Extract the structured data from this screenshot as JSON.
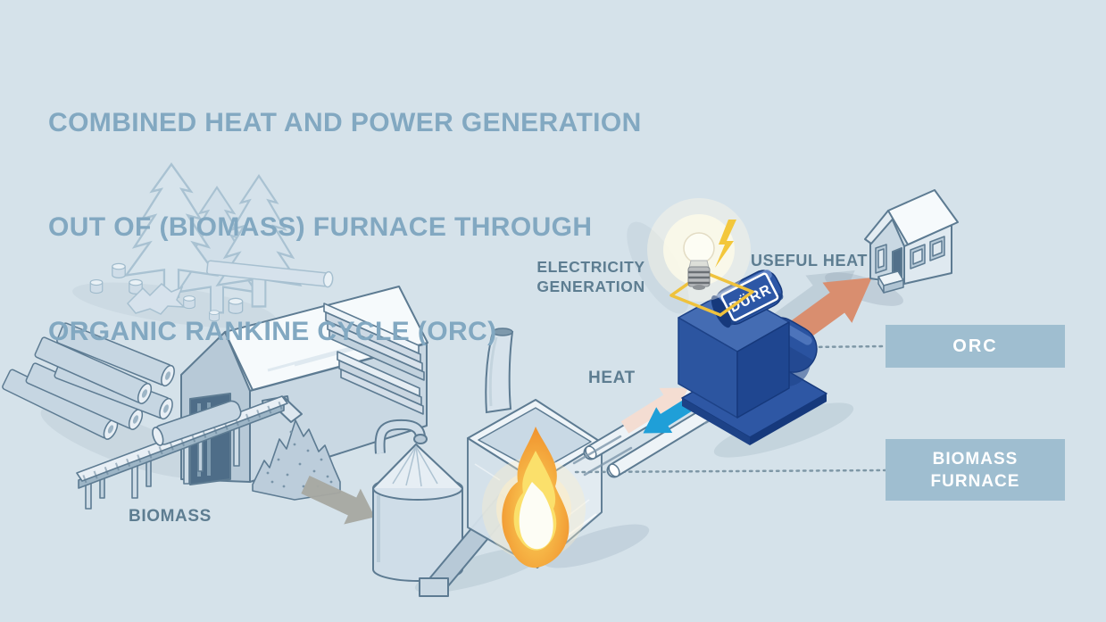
{
  "title": {
    "line1": "COMBINED HEAT AND POWER GENERATION",
    "line2": "OUT OF (BIOMASS) FURNACE THROUGH",
    "line3": "ORGANIC RANKINE CYCLE (ORC)"
  },
  "labels": {
    "biomass": "BIOMASS",
    "heat": "HEAT",
    "electricity_line1": "ELECTRICITY",
    "electricity_line2": "GENERATION",
    "useful_heat": "USEFUL HEAT",
    "machine_brand": "DÜRR"
  },
  "callouts": {
    "orc": "ORC",
    "biomass_furnace_line1": "BIOMASS",
    "biomass_furnace_line2": "FURNACE"
  },
  "palette": {
    "background": "#d5e2ea",
    "title_text": "#82a8c1",
    "label_text": "#5d7d91",
    "callout_bg": "#9fbed0",
    "callout_text": "#ffffff",
    "outline_blue": "#5d7b92",
    "machine_blue": "#2d56a0",
    "heat_arrow_red": "#d7222b",
    "return_arrow_blue": "#2aa7dd",
    "useful_heat_arrow": "#d98e6f",
    "electric_yellow": "#f2c63c",
    "biomass_arrow_gray": "#a6a8a1",
    "flame_orange": "#f0922e"
  }
}
